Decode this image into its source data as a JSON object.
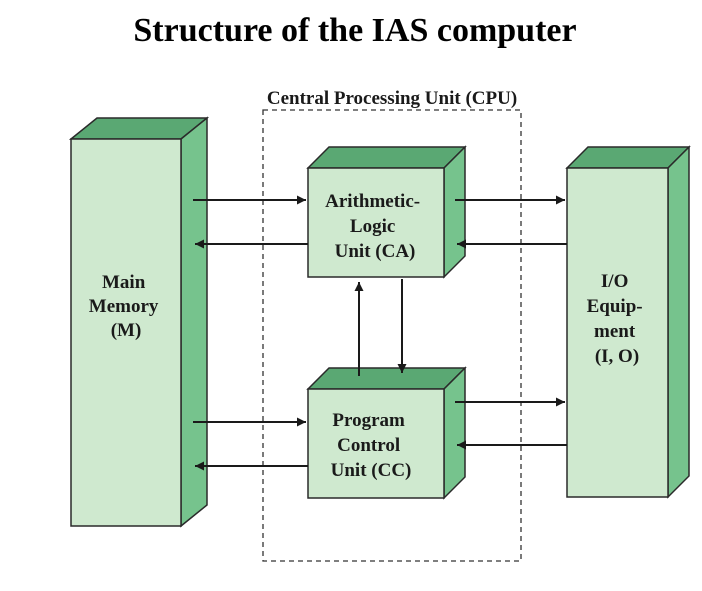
{
  "title": "Structure of the IAS computer",
  "cpu": {
    "label": "Central Processing Unit (CPU)"
  },
  "main_memory": {
    "lines": [
      "Main",
      "Memory",
      "(M)"
    ]
  },
  "alu": {
    "lines": [
      "Arithmetic-",
      "Logic",
      "Unit (CA)"
    ]
  },
  "pcu": {
    "lines": [
      "Program",
      "Control",
      "Unit (CC)"
    ]
  },
  "io": {
    "lines": [
      "I/O",
      "Equip-",
      "ment",
      "(I, O)"
    ]
  },
  "colors": {
    "front": "#cfe9cf",
    "top": "#5aa873",
    "side": "#76c38d",
    "edge": "#2a2a2a",
    "arrow": "#1a1a1a"
  }
}
